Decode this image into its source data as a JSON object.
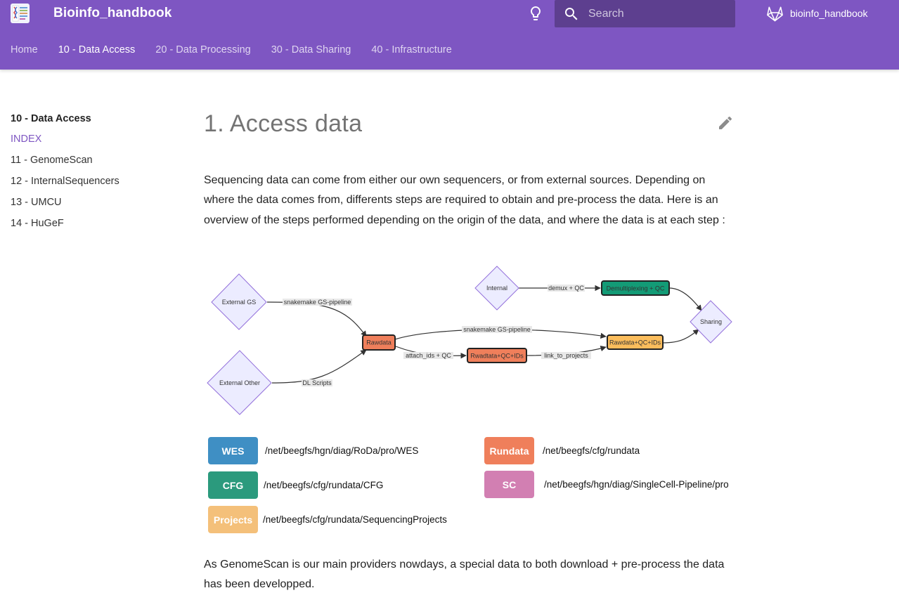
{
  "header": {
    "title": "Bioinfo_handbook",
    "search_placeholder": "Search",
    "repo_name": "bioinfo_handbook"
  },
  "tabs": [
    {
      "label": "Home"
    },
    {
      "label": "10 - Data Access"
    },
    {
      "label": "20 - Data Processing"
    },
    {
      "label": "30 - Data Sharing"
    },
    {
      "label": "40 - Infrastructure"
    }
  ],
  "sidebar": {
    "title": "10 - Data Access",
    "items": [
      {
        "label": "INDEX"
      },
      {
        "label": "11 - GenomeScan"
      },
      {
        "label": "12 - InternalSequencers"
      },
      {
        "label": "13 - UMCU"
      },
      {
        "label": "14 - HuGeF"
      }
    ]
  },
  "content": {
    "title": "1. Access data",
    "intro": "Sequencing data can come from either our own sequencers, or from external sources. Depending on where the data comes from, differents steps are required to obtain and pre-process the data. Here is an overview of the steps performed depending on the origin of the data, and where the data is at each step :",
    "outro": "As GenomeScan is our main providers nowdays, a special data to both download + pre-process the data has been developped."
  },
  "diagram": {
    "nodes": {
      "external_gs": "External GS",
      "external_other": "External Other",
      "internal": "Internal",
      "rawdata": "Rawdata",
      "demultiplexing": "Demultiplexing + QC",
      "rwadtata": "Rwadtata+QC+IDs",
      "rawdata_qc": "Rawdata+QC+IDs",
      "sharing": "Sharing"
    },
    "edges": {
      "e1": "snakemake GS-pipeline",
      "e2": "DL Scripts",
      "e3": "demux + QC",
      "e4": "snakemake GS-pipeline",
      "e5": "attach_ids + QC",
      "e6": "link_to_projects"
    }
  },
  "legend": [
    {
      "label": "WES",
      "path": "/net/beegfs/hgn/diag/RoDa/pro/WES",
      "color": "#3f8fc4"
    },
    {
      "label": "CFG",
      "path": "/net/beegfs/cfg/rundata/CFG",
      "color": "#2b9a7d"
    },
    {
      "label": "Projects",
      "path": "/net/beegfs/cfg/rundata/SequencingProjects",
      "color": "#f4c07a"
    },
    {
      "label": "Rundata",
      "path": "/net/beegfs/cfg/rundata",
      "color": "#ef7f5b"
    },
    {
      "label": "SC",
      "path": "/net/beegfs/hgn/diag/SingleCell-Pipeline/pro",
      "color": "#d27fb2"
    }
  ],
  "icons": {
    "search": "search-icon",
    "palette": "lightbulb-icon",
    "repo": "gitlab-icon",
    "edit": "pencil-icon"
  },
  "colors": {
    "primary": "#7e56c2",
    "decision_fill": "#ececff",
    "decision_stroke": "#9370db",
    "rawdata": "#ef7f5b",
    "demux": "#139b76",
    "final": "#fbbd5c"
  }
}
